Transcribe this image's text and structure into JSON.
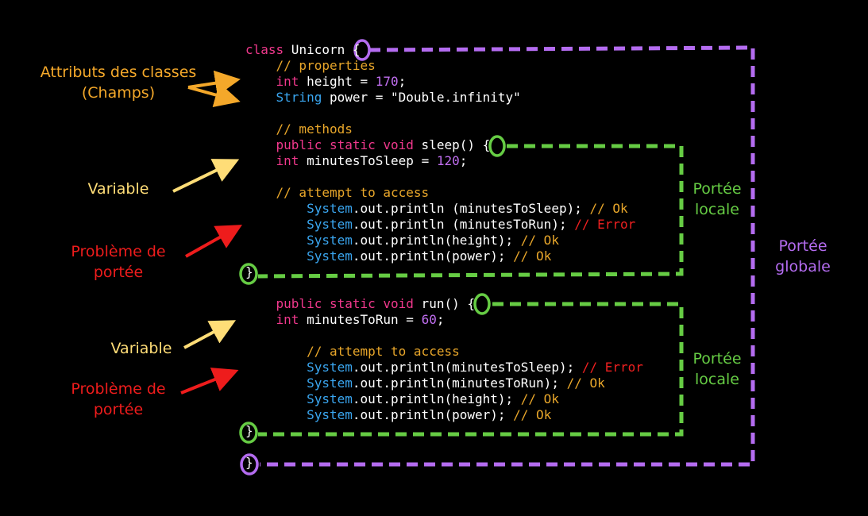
{
  "colors": {
    "background": "#000000",
    "keyword": "#f0388c",
    "type": "#d43cd6",
    "string_type": "#3aa6f0",
    "plain": "#ffffff",
    "comment": "#e8a62a",
    "number": "#c06ef0",
    "error": "#f02020",
    "global_scope": "#b46cf0",
    "local_scope": "#66cc44",
    "annotation_orange": "#f4a82a",
    "annotation_yellow": "#ffdd77",
    "annotation_red": "#ee1c1c"
  },
  "code_lines": [
    [
      {
        "t": "class",
        "c": "keyword"
      },
      {
        "t": " Unicorn ",
        "c": "plain"
      },
      {
        "t": "{",
        "c": "plain"
      }
    ],
    [
      {
        "t": "    // properties",
        "c": "comment"
      }
    ],
    [
      {
        "t": "    int",
        "c": "keyword"
      },
      {
        "t": " height = ",
        "c": "plain"
      },
      {
        "t": "170",
        "c": "number"
      },
      {
        "t": ";",
        "c": "plain"
      }
    ],
    [
      {
        "t": "    String",
        "c": "string_type"
      },
      {
        "t": " power = \"Double.infinity\"",
        "c": "plain"
      }
    ],
    [
      {
        "t": "",
        "c": "plain"
      }
    ],
    [
      {
        "t": "    // methods",
        "c": "comment"
      }
    ],
    [
      {
        "t": "    public static void",
        "c": "keyword"
      },
      {
        "t": " sleep() ",
        "c": "plain"
      },
      {
        "t": "{",
        "c": "plain"
      }
    ],
    [
      {
        "t": "    int",
        "c": "keyword"
      },
      {
        "t": " minutesToSleep = ",
        "c": "plain"
      },
      {
        "t": "120",
        "c": "number"
      },
      {
        "t": ";",
        "c": "plain"
      }
    ],
    [
      {
        "t": "",
        "c": "plain"
      }
    ],
    [
      {
        "t": "    // attempt to access",
        "c": "comment"
      }
    ],
    [
      {
        "t": "        System",
        "c": "string_type"
      },
      {
        "t": ".out.println (minutesToSleep); ",
        "c": "plain"
      },
      {
        "t": "// Ok",
        "c": "comment"
      }
    ],
    [
      {
        "t": "        System",
        "c": "string_type"
      },
      {
        "t": ".out.println (minutesToRun); ",
        "c": "plain"
      },
      {
        "t": "// Error",
        "c": "error"
      }
    ],
    [
      {
        "t": "        System",
        "c": "string_type"
      },
      {
        "t": ".out.println(height); ",
        "c": "plain"
      },
      {
        "t": "// Ok",
        "c": "comment"
      }
    ],
    [
      {
        "t": "        System",
        "c": "string_type"
      },
      {
        "t": ".out.println(power); ",
        "c": "plain"
      },
      {
        "t": "// Ok",
        "c": "comment"
      }
    ],
    [
      {
        "t": "}",
        "c": "plain"
      }
    ],
    [
      {
        "t": "",
        "c": "plain"
      }
    ],
    [
      {
        "t": "    public static void",
        "c": "keyword"
      },
      {
        "t": " run() ",
        "c": "plain"
      },
      {
        "t": "{",
        "c": "plain"
      }
    ],
    [
      {
        "t": "    int",
        "c": "keyword"
      },
      {
        "t": " minutesToRun = ",
        "c": "plain"
      },
      {
        "t": "60",
        "c": "number"
      },
      {
        "t": ";",
        "c": "plain"
      }
    ],
    [
      {
        "t": "",
        "c": "plain"
      }
    ],
    [
      {
        "t": "        // attempt to access",
        "c": "comment"
      }
    ],
    [
      {
        "t": "        System",
        "c": "string_type"
      },
      {
        "t": ".out.println(minutesToSleep); ",
        "c": "plain"
      },
      {
        "t": "// Error",
        "c": "error"
      }
    ],
    [
      {
        "t": "        System",
        "c": "string_type"
      },
      {
        "t": ".out.println(minutesToRun); ",
        "c": "plain"
      },
      {
        "t": "// Ok",
        "c": "comment"
      }
    ],
    [
      {
        "t": "        System",
        "c": "string_type"
      },
      {
        "t": ".out.println(height); ",
        "c": "plain"
      },
      {
        "t": "// Ok",
        "c": "comment"
      }
    ],
    [
      {
        "t": "        System",
        "c": "string_type"
      },
      {
        "t": ".out.println(power); ",
        "c": "plain"
      },
      {
        "t": "// Ok",
        "c": "comment"
      }
    ],
    [
      {
        "t": "}",
        "c": "plain"
      }
    ],
    [
      {
        "t": "",
        "c": "plain"
      }
    ],
    [
      {
        "t": "}",
        "c": "plain"
      }
    ]
  ],
  "annotations": {
    "attributs_line1": "Attributs des classes",
    "attributs_line2": "(Champs)",
    "variable_1": "Variable",
    "probleme_1_line1": "Problème de",
    "probleme_1_line2": "portée",
    "variable_2": "Variable",
    "probleme_2_line1": "Problème de",
    "probleme_2_line2": "portée",
    "portee_locale_1_line1": "Portée",
    "portee_locale_1_line2": "locale",
    "portee_locale_2_line1": "Portée",
    "portee_locale_2_line2": "locale",
    "portee_globale_line1": "Portée",
    "portee_globale_line2": "globale"
  }
}
